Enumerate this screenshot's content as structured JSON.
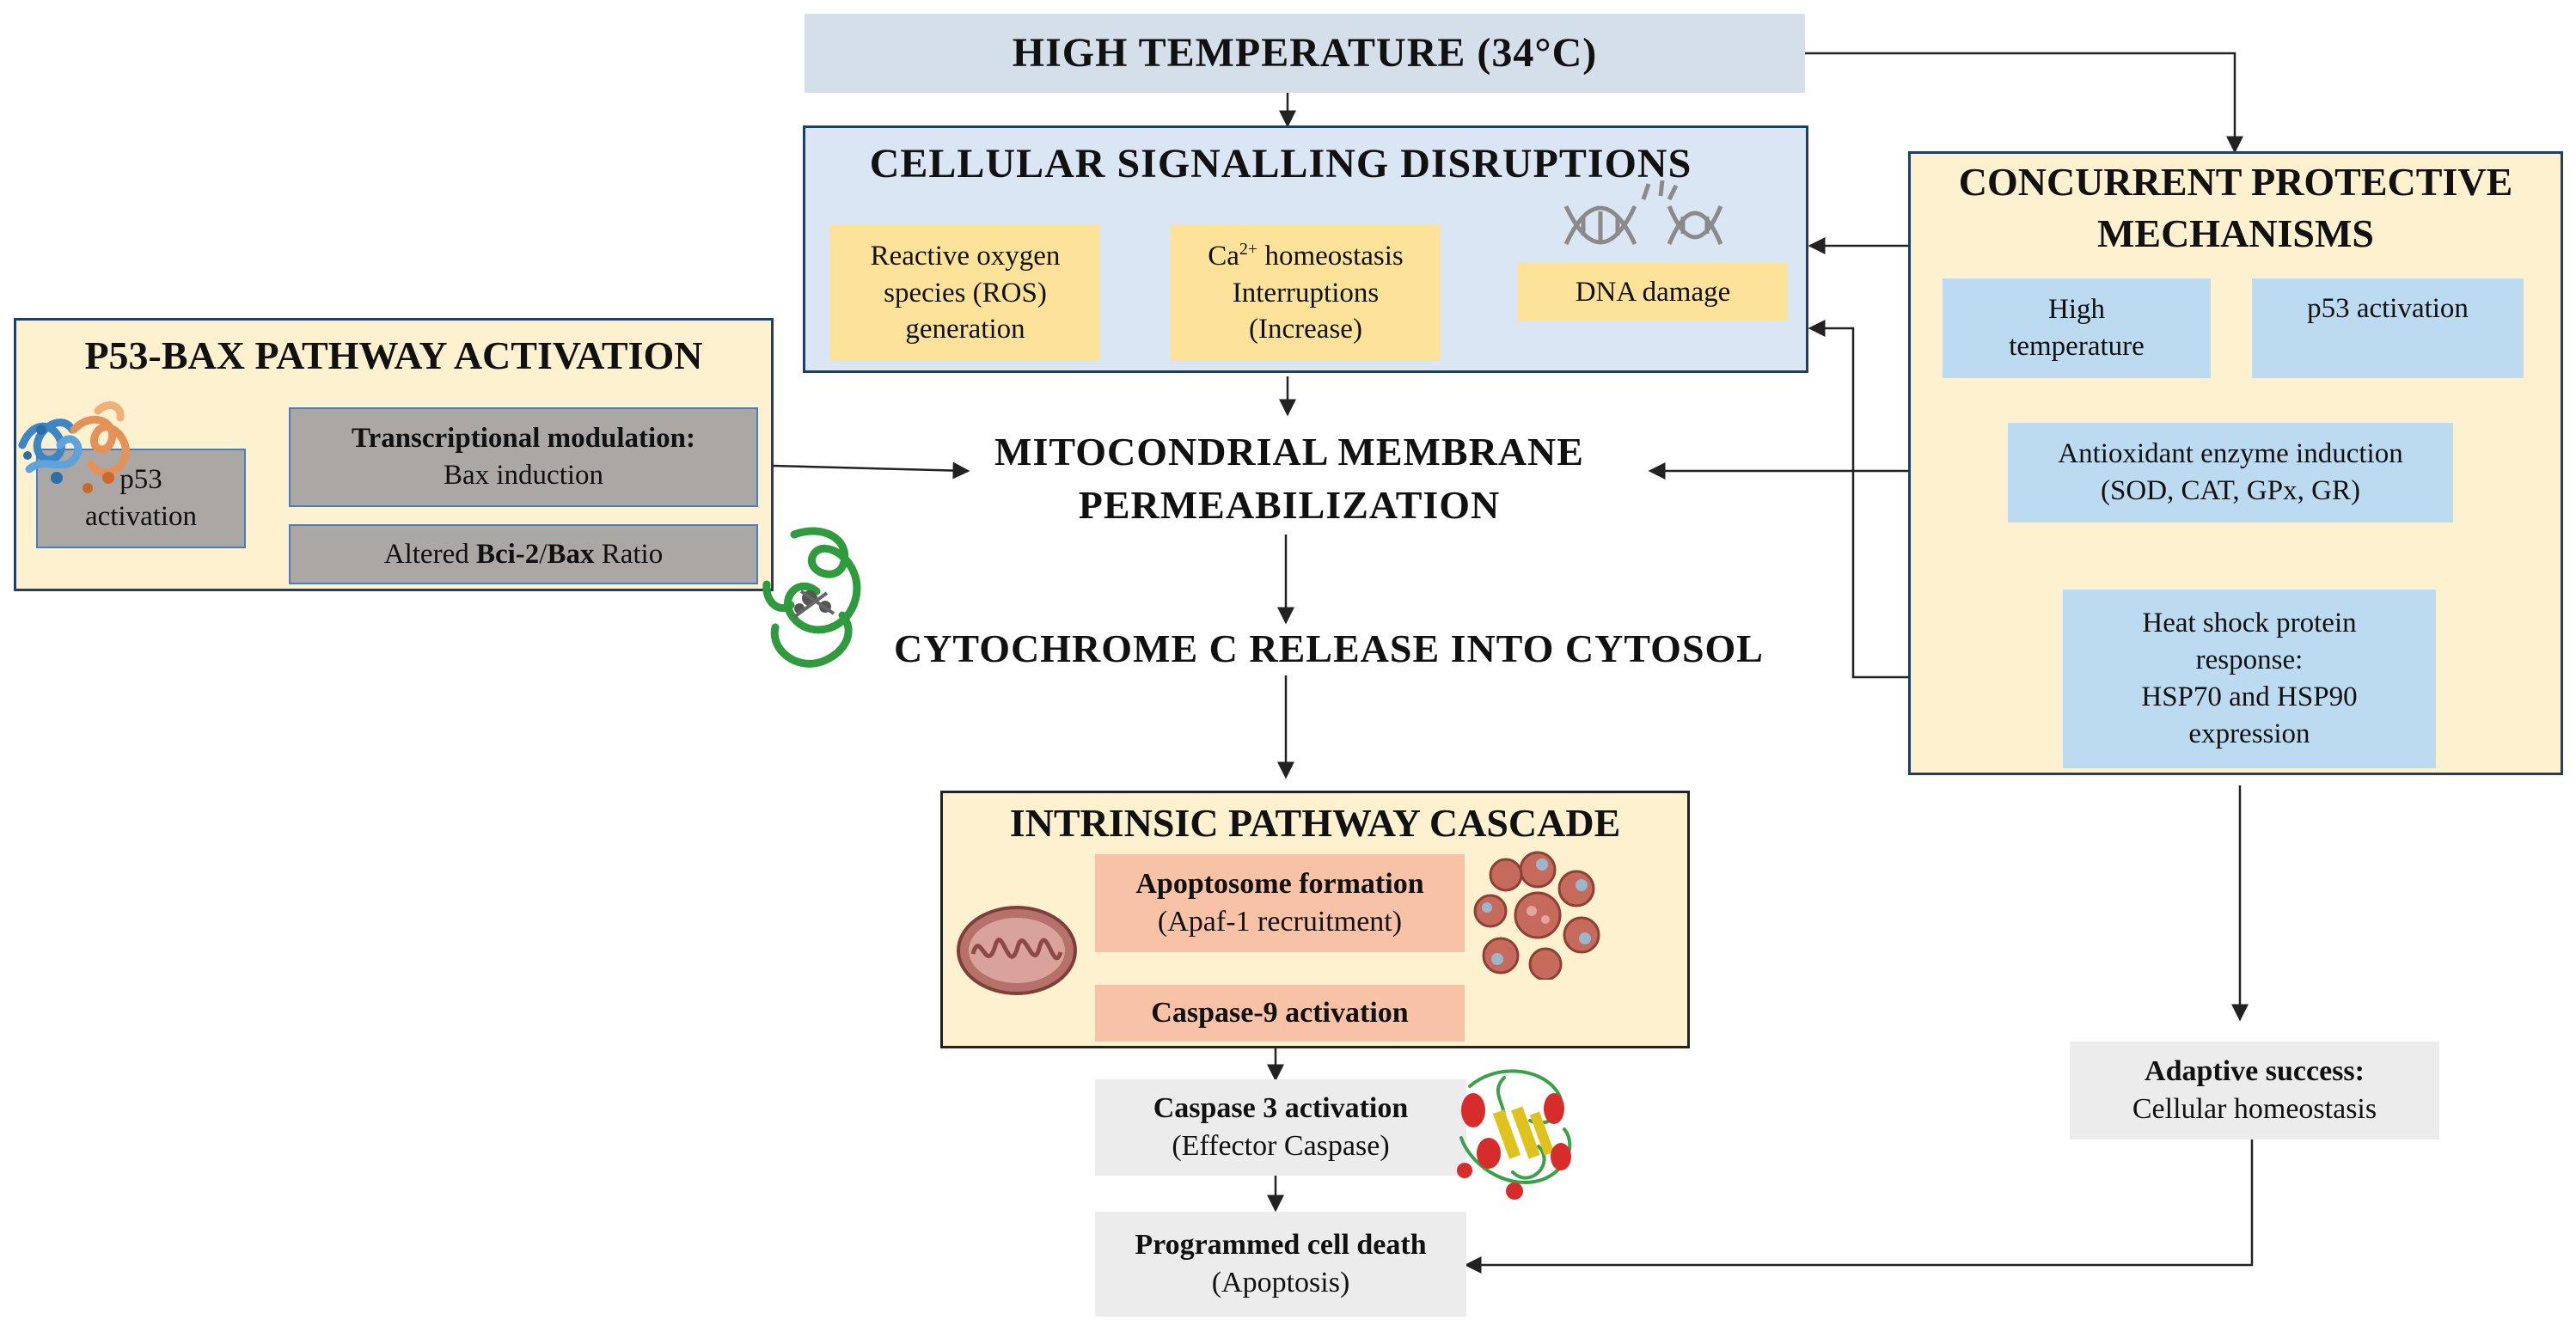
{
  "top": {
    "title": "HIGH TEMPERATURE (34°C)"
  },
  "signalling": {
    "title": "CELLULAR SIGNALLING DISRUPTIONS",
    "ros": [
      "Reactive oxygen",
      "species (ROS)",
      "generation"
    ],
    "calcium_prefix": "Ca",
    "calcium_sup": "2+",
    "calcium_suffix": " homeostasis",
    "calcium_lines": [
      "Interruptions",
      "(Increase)"
    ],
    "dna": "DNA damage"
  },
  "p53bax": {
    "title": "P53-BAX PATHWAY ACTIVATION",
    "p53": [
      "p53",
      "activation"
    ],
    "transcription_title": "Transcriptional modulation:",
    "transcription_body": "Bax induction",
    "ratio_prefix": "Altered ",
    "ratio_bcl": "Bci-2",
    "ratio_slash": "/",
    "ratio_bax": "Bax",
    "ratio_suffix": " Ratio"
  },
  "mito": {
    "lines": [
      "MITOCONDRIAL MEMBRANE",
      "PERMEABILIZATION"
    ]
  },
  "cyto": {
    "label": "CYTOCHROME C RELEASE INTO CYTOSOL"
  },
  "intrinsic": {
    "title": "INTRINSIC PATHWAY CASCADE",
    "apoptosome_title": "Apoptosome formation",
    "apoptosome_body": "(Apaf-1 recruitment)",
    "caspase9": "Caspase-9 activation"
  },
  "caspase3": {
    "title": "Caspase 3 activation",
    "body": "(Effector Caspase)"
  },
  "death": {
    "title": "Programmed cell death",
    "body": "(Apoptosis)"
  },
  "protective": {
    "title": [
      "CONCURRENT PROTECTIVE",
      "MECHANISMS"
    ],
    "hightemp": [
      "High",
      "temperature"
    ],
    "p53": "p53 activation",
    "antioxidant": [
      "Antioxidant enzyme induction",
      "(SOD, CAT, GPx, GR)"
    ],
    "hsp": [
      "Heat shock protein",
      "response:",
      "HSP70 and HSP90",
      "expression"
    ]
  },
  "adaptive": {
    "title": "Adaptive success:",
    "body": "Cellular homeostasis"
  },
  "colors": {
    "cream": "#fdf1cf",
    "panel_blue": "#dbe6f4",
    "top_blue": "#d5dfea",
    "border": "#1f3f66",
    "yellow": "#fde39a",
    "gray": "#aba7a5",
    "light_blue": "#bcdaf0",
    "salmon": "#f8c2a7",
    "light_gray": "#ececec",
    "arrow_black": "#222222",
    "arrow_blue": "#4a7cc0"
  },
  "icons": [
    "dna-helix-icon",
    "p53-protein-icon",
    "cytochrome-c-protein-icon",
    "mitochondrion-icon",
    "apoptosome-icon",
    "caspase-3-protein-icon"
  ]
}
